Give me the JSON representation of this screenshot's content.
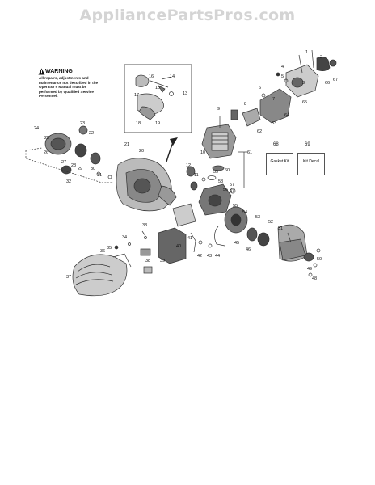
{
  "watermark": "AppliancePartsPros.com",
  "warning": {
    "title": "WARNING",
    "text": "All repairs, adjustments and maintenance not described in the Operator's Manual must be performed by Qualified Service Personnel."
  },
  "boxes": {
    "gasket_kit": {
      "number": "68",
      "label": "Gasket Kit"
    },
    "kit_decal": {
      "number": "69",
      "label": "Kit Decal"
    }
  },
  "callouts": [
    {
      "id": "n1",
      "text": "1"
    },
    {
      "id": "n2",
      "text": "2"
    },
    {
      "id": "n3",
      "text": "3"
    },
    {
      "id": "n4",
      "text": "4"
    },
    {
      "id": "n5",
      "text": "5"
    },
    {
      "id": "n6",
      "text": "6"
    },
    {
      "id": "n7",
      "text": "7"
    },
    {
      "id": "n8",
      "text": "8"
    },
    {
      "id": "n9",
      "text": "9"
    },
    {
      "id": "n10",
      "text": "10"
    },
    {
      "id": "n11",
      "text": "11"
    },
    {
      "id": "n12",
      "text": "12"
    },
    {
      "id": "n13",
      "text": "13"
    },
    {
      "id": "n14",
      "text": "14"
    },
    {
      "id": "n15",
      "text": "15"
    },
    {
      "id": "n16",
      "text": "16"
    },
    {
      "id": "n17",
      "text": "17"
    },
    {
      "id": "n18",
      "text": "18"
    },
    {
      "id": "n19",
      "text": "19"
    },
    {
      "id": "n20",
      "text": "20"
    },
    {
      "id": "n21",
      "text": "21"
    },
    {
      "id": "n22",
      "text": "22"
    },
    {
      "id": "n23",
      "text": "23"
    },
    {
      "id": "n24",
      "text": "24"
    },
    {
      "id": "n25",
      "text": "25"
    },
    {
      "id": "n26",
      "text": "26"
    },
    {
      "id": "n27",
      "text": "27"
    },
    {
      "id": "n28",
      "text": "28"
    },
    {
      "id": "n29",
      "text": "29"
    },
    {
      "id": "n30",
      "text": "30"
    },
    {
      "id": "n31",
      "text": "31"
    },
    {
      "id": "n32",
      "text": "32"
    },
    {
      "id": "n33",
      "text": "33"
    },
    {
      "id": "n34",
      "text": "34"
    },
    {
      "id": "n35",
      "text": "35"
    },
    {
      "id": "n36",
      "text": "36"
    },
    {
      "id": "n37",
      "text": "37"
    },
    {
      "id": "n38",
      "text": "38"
    },
    {
      "id": "n39",
      "text": "39"
    },
    {
      "id": "n40",
      "text": "40"
    },
    {
      "id": "n41",
      "text": "41"
    },
    {
      "id": "n42",
      "text": "42"
    },
    {
      "id": "n43",
      "text": "43"
    },
    {
      "id": "n44",
      "text": "44"
    },
    {
      "id": "n45",
      "text": "45"
    },
    {
      "id": "n46",
      "text": "46"
    },
    {
      "id": "n47",
      "text": "47"
    },
    {
      "id": "n48",
      "text": "48"
    },
    {
      "id": "n49",
      "text": "49"
    },
    {
      "id": "n50",
      "text": "50"
    },
    {
      "id": "n51",
      "text": "51"
    },
    {
      "id": "n52",
      "text": "52"
    },
    {
      "id": "n53",
      "text": "53"
    },
    {
      "id": "n54",
      "text": "54"
    },
    {
      "id": "n55",
      "text": "55"
    },
    {
      "id": "n56",
      "text": "56"
    },
    {
      "id": "n57",
      "text": "57"
    },
    {
      "id": "n58",
      "text": "58"
    },
    {
      "id": "n59",
      "text": "59"
    },
    {
      "id": "n60",
      "text": "60"
    },
    {
      "id": "n61",
      "text": "61"
    },
    {
      "id": "n62",
      "text": "62"
    },
    {
      "id": "n63",
      "text": "63"
    },
    {
      "id": "n64",
      "text": "64"
    },
    {
      "id": "n65",
      "text": "65"
    },
    {
      "id": "n66",
      "text": "66"
    },
    {
      "id": "n67",
      "text": "67"
    }
  ]
}
